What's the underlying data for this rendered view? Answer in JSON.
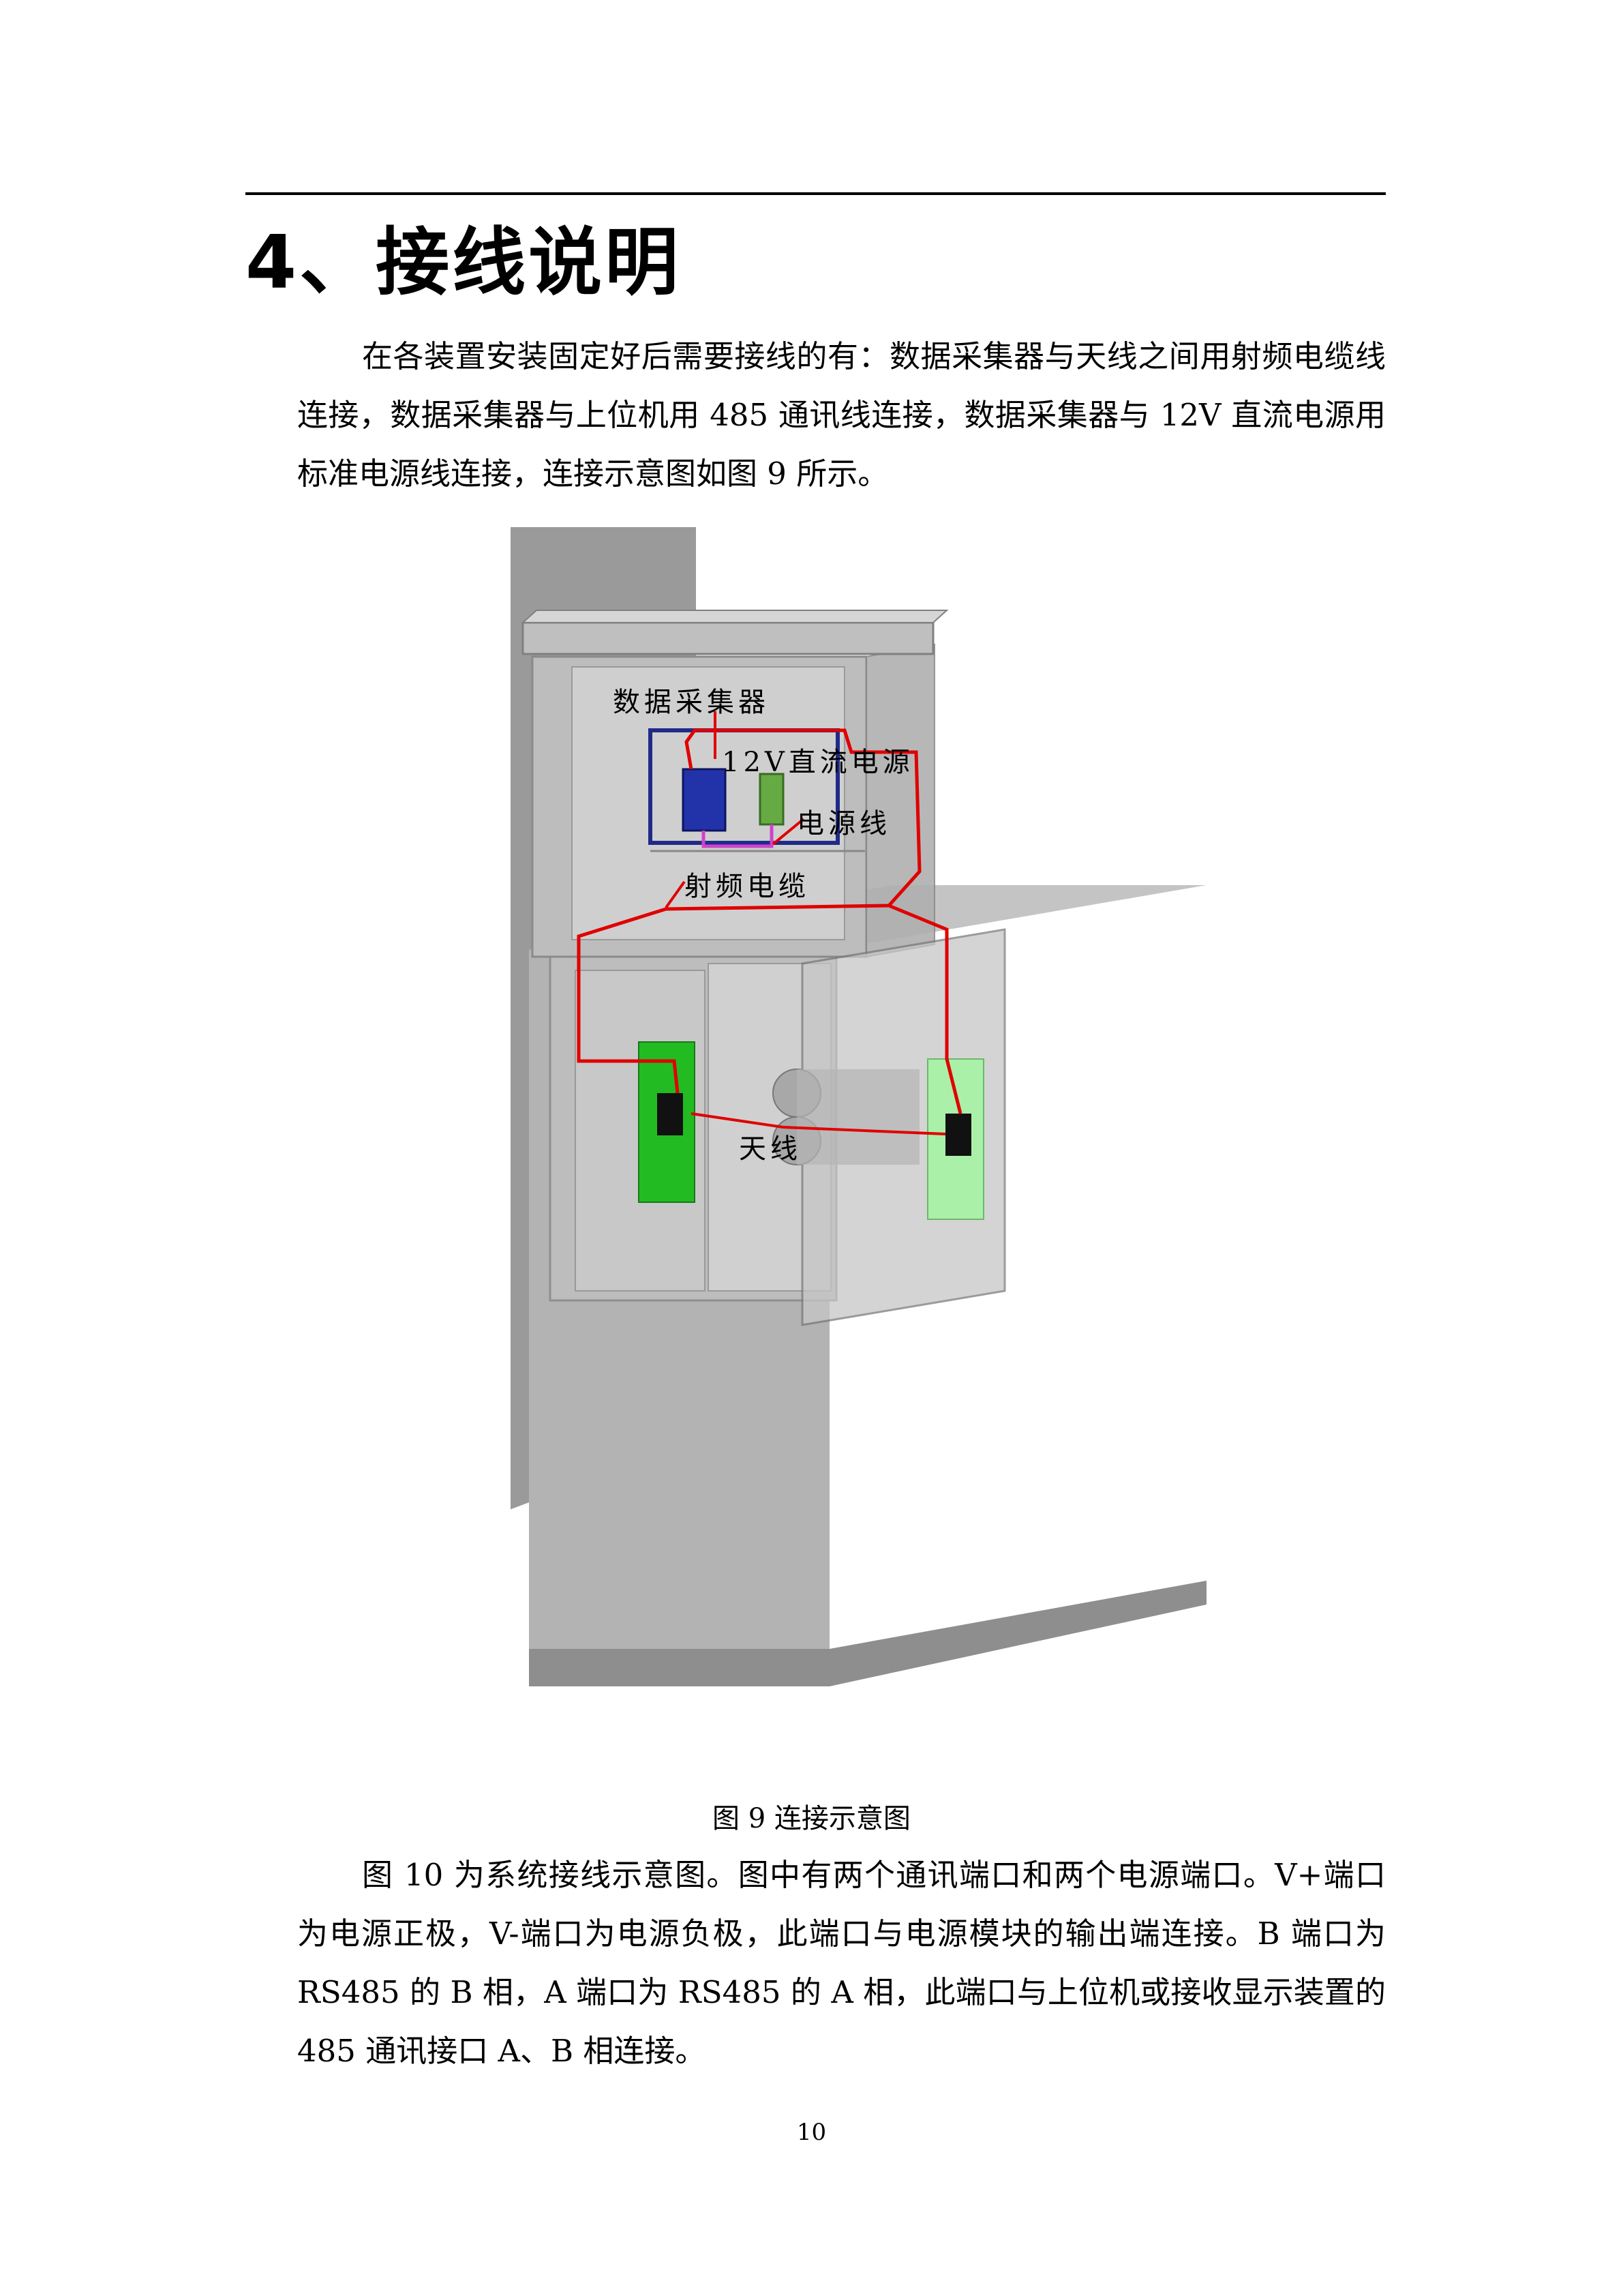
{
  "section": {
    "heading": "4、接线说明",
    "paragraph_1": "在各装置安装固定好后需要接线的有：数据采集器与天线之间用射频电缆线连接，数据采集器与上位机用 485 通讯线连接，数据采集器与 12V 直流电源用标准电源线连接，连接示意图如图 9 所示。"
  },
  "figure": {
    "labels": {
      "collector": "数据采集器",
      "power_supply": "12V直流电源",
      "power_line": "电源线",
      "rf_cable": "射频电缆",
      "antenna": "天线"
    },
    "colors": {
      "cabinet": "#a9a9a9",
      "glass": "#c8c8c8",
      "cable": "#e00000",
      "collector": "#2233aa",
      "power_supply": "#66aa44",
      "antenna_panel_left": "#22bb22",
      "antenna_panel_right": "#aaf0a8",
      "antenna": "#111111"
    },
    "caption": "图 9 连接示意图"
  },
  "paragraph_2": "图 10 为系统接线示意图。图中有两个通讯端口和两个电源端口。V+端口为电源正极，V-端口为电源负极，此端口与电源模块的输出端连接。B 端口为 RS485 的 B 相，A 端口为 RS485 的 A 相，此端口与上位机或接收显示装置的 485 通讯接口 A、B 相连接。",
  "page_number": "10"
}
